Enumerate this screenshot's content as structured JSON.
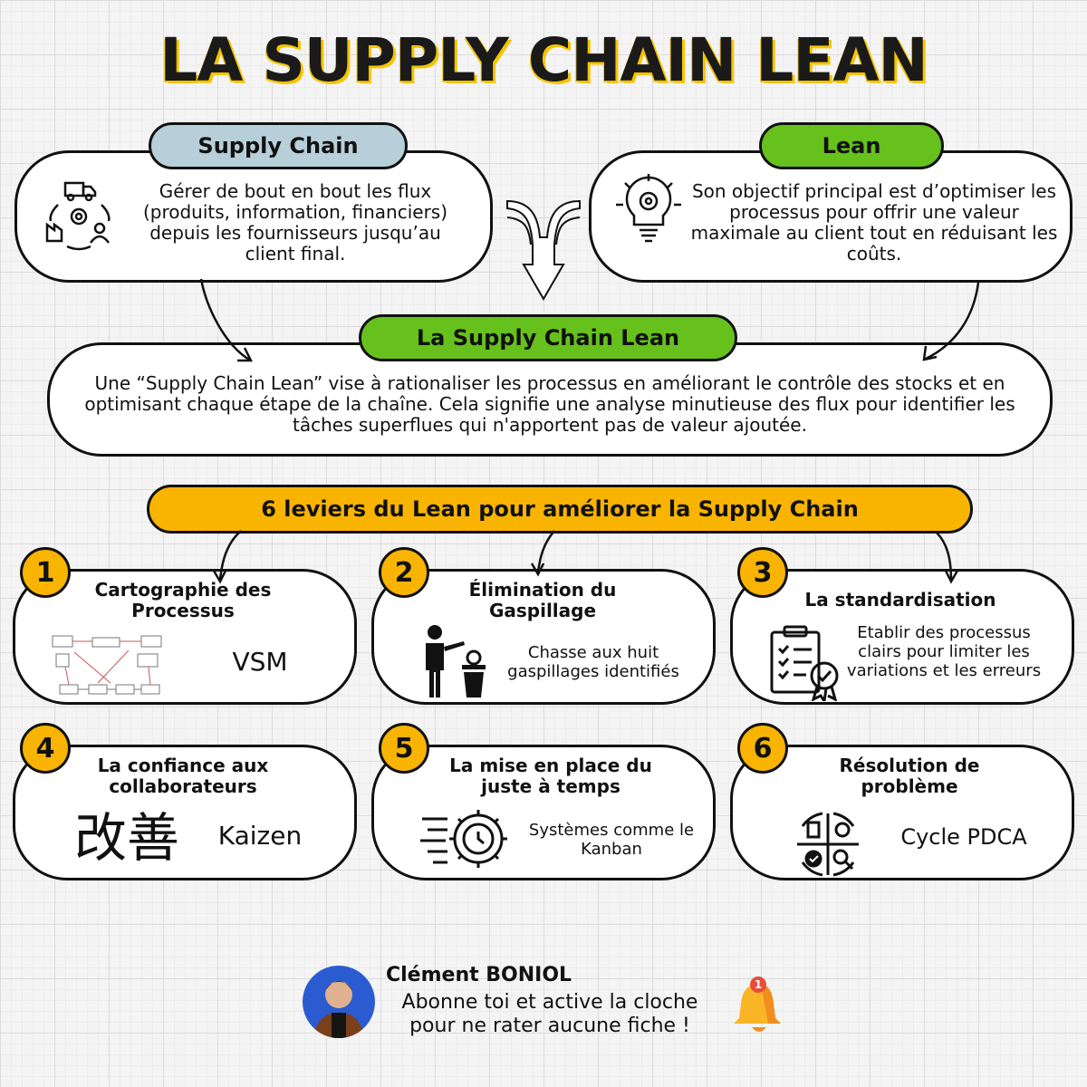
{
  "title": "LA SUPPLY CHAIN LEAN",
  "supply_chain": {
    "label": "Supply Chain",
    "description": "Gérer de bout en bout les flux (produits, information, financiers) depuis les fournisseurs jusqu’au client final."
  },
  "lean": {
    "label": "Lean",
    "description": "Son objectif principal est d’optimiser les processus pour offrir une valeur maximale au client tout en réduisant les coûts."
  },
  "lean_supply_chain": {
    "label": "La Supply Chain Lean",
    "description": "Une “Supply Chain Lean” vise à rationaliser les processus en améliorant le contrôle des stocks et en optimisant chaque étape de la chaîne. Cela signifie une analyse minutieuse des flux pour identifier les tâches superflues qui n'apportent pas de valeur ajoutée."
  },
  "levers_heading": "6 leviers du Lean pour améliorer la Supply Chain",
  "levers": [
    {
      "number": "1",
      "title": "Cartographie des Processus",
      "text": "VSM",
      "icon": "value-stream-map-icon"
    },
    {
      "number": "2",
      "title": "Élimination du Gaspillage",
      "text": "Chasse aux huit gaspillages identifiés",
      "icon": "waste-bin-person-icon"
    },
    {
      "number": "3",
      "title": "La standardisation",
      "text": "Etablir des processus clairs pour limiter les variations et les erreurs",
      "icon": "checklist-clipboard-icon"
    },
    {
      "number": "4",
      "title": "La confiance aux collaborateurs",
      "text": "Kaizen",
      "kanji": "改善",
      "icon": "kaizen-kanji-icon"
    },
    {
      "number": "5",
      "title": "La mise en place du juste à temps",
      "text": "Systèmes comme le Kanban",
      "icon": "fast-clock-gear-icon"
    },
    {
      "number": "6",
      "title": "Résolution de problème",
      "text": "Cycle PDCA",
      "icon": "pdca-cycle-icon"
    }
  ],
  "footer": {
    "author": "Clément BONIOL",
    "cta": "Abonne toi et active la cloche pour ne rater aucune fiche !",
    "bell_badge": "1"
  },
  "colors": {
    "supply_chain_tag": "#b7cfd8",
    "lean_tag": "#66c11c",
    "levers_tag": "#f8b400",
    "number_badge": "#f8b400",
    "title_shadow": "#f6c400"
  }
}
